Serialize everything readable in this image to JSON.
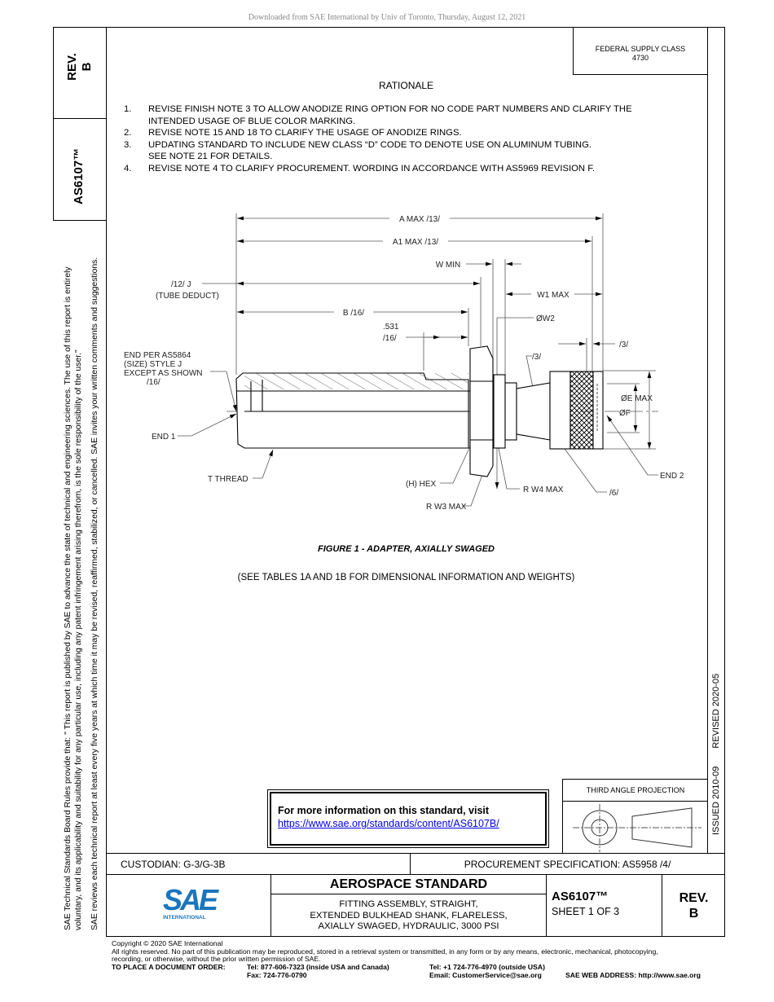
{
  "download_notice": "Downloaded from SAE International by Univ of Toronto, Thursday, August 12, 2021",
  "sidebar": {
    "rev_label": "REV.",
    "rev_value": "B",
    "doc_number": "AS6107™",
    "notice_lines": [
      "SAE Technical Standards Board Rules provide that: \"  This report is published by SAE to advance the state of technical and engineering sciences. The use of this report is entirely",
      "voluntary, and its applicability and suitability for any particular use, including any patent infringement arising therefrom, is the sole responsibility of the user.\"",
      "SAE reviews each technical report at least every five years at which time it may be revised, reaffirmed, stabilized, or cancelled. SAE invites your written comments and suggestions."
    ]
  },
  "header": {
    "federal_supply_class_label": "FEDERAL SUPPLY CLASS",
    "federal_supply_class": "4730"
  },
  "issue_strip": {
    "issued": "ISSUED 2010-09",
    "revised": "REVISED 2020-05"
  },
  "rationale": {
    "title": "RATIONALE",
    "items": [
      {
        "num": "1.",
        "lines": [
          "REVISE FINISH NOTE 3 TO ALLOW ANODIZE RING OPTION FOR NO CODE PART NUMBERS AND CLARIFY THE",
          "INTENDED USAGE OF BLUE COLOR MARKING."
        ]
      },
      {
        "num": "2.",
        "lines": [
          "REVISE NOTE 15 AND 18 TO CLARIFY THE USAGE OF ANODIZE RINGS."
        ]
      },
      {
        "num": "3.",
        "lines": [
          "UPDATING STANDARD TO INCLUDE NEW CLASS “D” CODE TO DENOTE USE ON ALUMINUM TUBING.",
          "SEE NOTE 21 FOR DETAILS."
        ]
      },
      {
        "num": "4.",
        "lines": [
          "REVISE NOTE 4 TO CLARIFY PROCUREMENT. WORDING IN ACCORDANCE WITH AS5969 REVISION F."
        ]
      }
    ]
  },
  "drawing": {
    "labels": {
      "a_max": "A MAX /13/",
      "a1_max": "A1 MAX /13/",
      "w_min": "W MIN",
      "j": "/12/  J",
      "tube_deduct": "(TUBE DEDUCT)",
      "w1_max": "W1 MAX",
      "b": "B /16/",
      "w2": "ØW2",
      "d531": ".531",
      "d531_note": "/16/",
      "note3a": "/3/",
      "note3b": "/3/",
      "end_per_1": "END PER AS5864",
      "end_per_2": "(SIZE) STYLE J",
      "end_per_3": "EXCEPT AS SHOWN",
      "end_per_4": "/16/",
      "e_max": "ØE MAX",
      "f": "ØF",
      "end1": "END 1",
      "t_thread": "T  THREAD",
      "hex": "(H) HEX",
      "r_w3": "R W3 MAX",
      "r_w4": "R W4 MAX",
      "note6": "/6/",
      "end2": "END 2"
    },
    "figure_caption": "FIGURE 1 - ADAPTER, AXIALLY SWAGED",
    "see_tables": "(SEE TABLES 1A AND 1B FOR DIMENSIONAL INFORMATION AND WEIGHTS)"
  },
  "info_box": {
    "text": "For more information on this standard, visit",
    "link": "https://www.sae.org/standards/content/AS6107B/"
  },
  "projection": {
    "label": "THIRD ANGLE PROJECTION"
  },
  "title_block": {
    "custodian": "CUSTODIAN: G-3/G-3B",
    "procurement": "PROCUREMENT SPECIFICATION: AS5958 /4/",
    "logo_text": "SAE",
    "logo_sub": "INTERNATIONAL",
    "standard_type": "AEROSPACE STANDARD",
    "title_lines": [
      "FITTING ASSEMBLY, STRAIGHT,",
      "EXTENDED BULKHEAD SHANK, FLARELESS,",
      "AXIALLY SWAGED, HYDRAULIC, 3000 PSI"
    ],
    "doc_number": "AS6107™",
    "sheet": "SHEET 1 OF 3",
    "rev_label": "REV.",
    "rev_value": "B",
    "logo_color": "#1a75bc"
  },
  "footer": {
    "copyright": "Copyright © 2020 SAE International",
    "rights_1": "All rights reserved. No part of this publication may be reproduced, stored in a retrieval system or transmitted, in any form or by any means, electronic, mechanical, photocopying,",
    "rights_2": "recording, or otherwise, without the prior written permission of SAE.",
    "order_label": "TO PLACE A DOCUMENT ORDER:",
    "tel_us": "Tel: 877-606-7323 (inside USA and Canada)",
    "fax": "Fax: 724-776-0790",
    "tel_intl": "Tel: +1 724-776-4970 (outside USA)",
    "email": "Email: CustomerService@sae.org",
    "web": "SAE WEB ADDRESS: http://www.sae.org"
  }
}
